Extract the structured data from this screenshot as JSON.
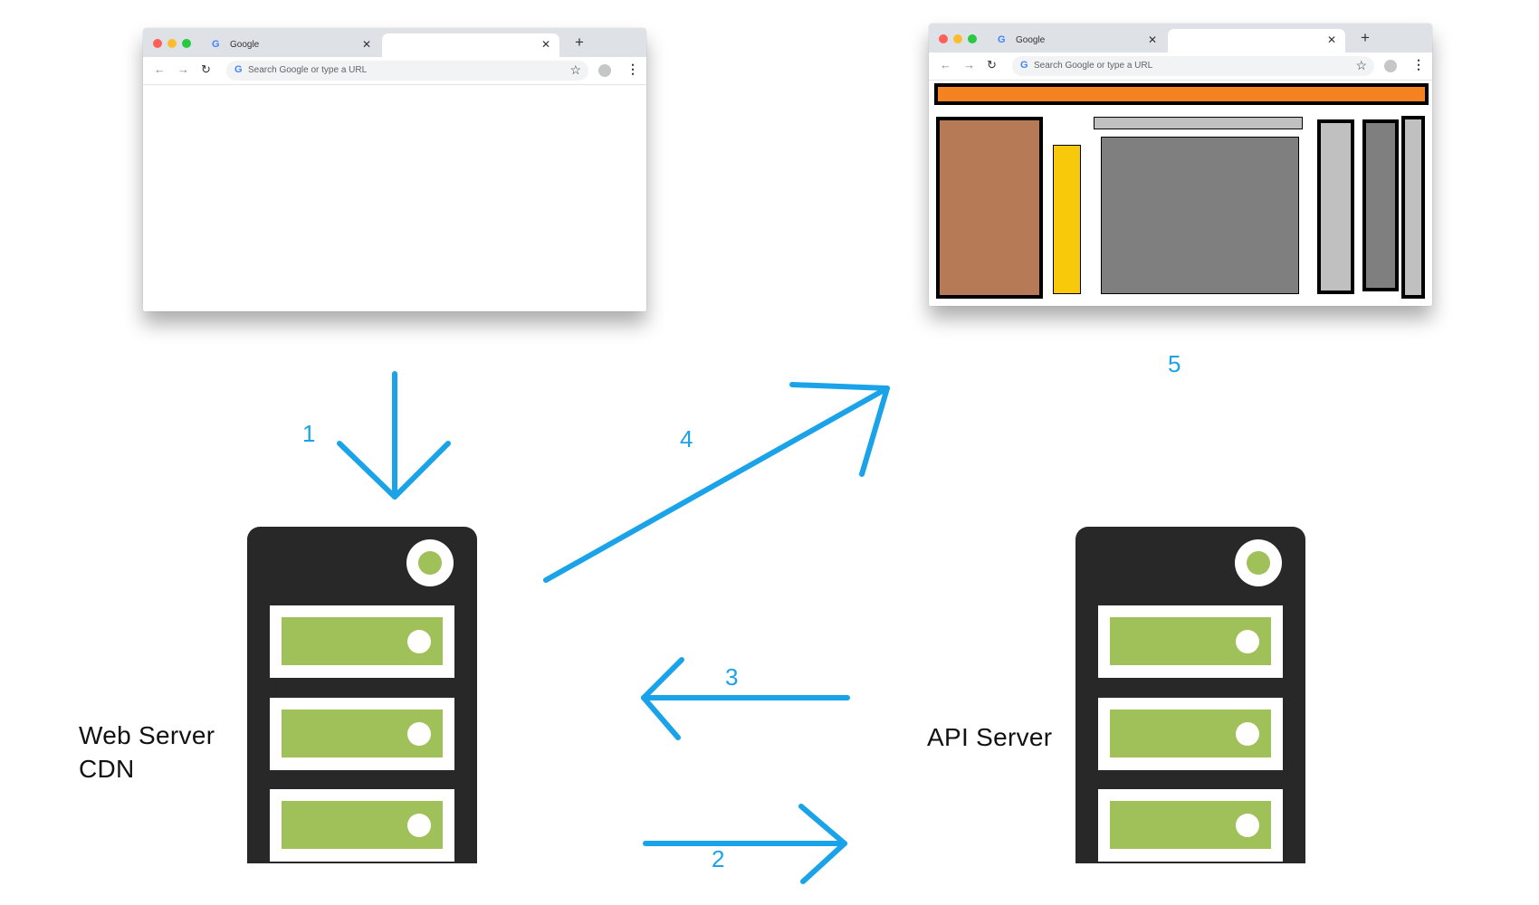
{
  "browser_empty": {
    "tab_title": "Google",
    "omnibox_placeholder": "Search Google or type a URL"
  },
  "browser_rendered": {
    "tab_title": "Google",
    "omnibox_placeholder": "Search Google or type a URL"
  },
  "servers": {
    "web_server_label_line1": "Web Server",
    "web_server_label_line2": "CDN",
    "api_server_label": "API Server"
  },
  "steps": {
    "step1": "1",
    "step2": "2",
    "step3": "3",
    "step4": "4",
    "step5": "5"
  },
  "colors": {
    "arrow": "#1aa3e8",
    "server_body": "#282828",
    "server_accent": "#a0c05a",
    "header_bar": "#f58220",
    "brown_block": "#b67a57",
    "yellow_block": "#f8c80a",
    "gray_block": "#7f7f7f",
    "light_gray_block": "#c0c0c0"
  },
  "icons": {
    "window_controls": [
      "close-dot-icon",
      "minimize-dot-icon",
      "maximize-dot-icon"
    ],
    "tab_favicon": "google-g-icon",
    "nav": [
      "back-arrow-icon",
      "forward-arrow-icon",
      "reload-icon"
    ],
    "bookmark": "star-icon",
    "menu": "kebab-menu-icon",
    "server_power": "power-led-icon"
  }
}
